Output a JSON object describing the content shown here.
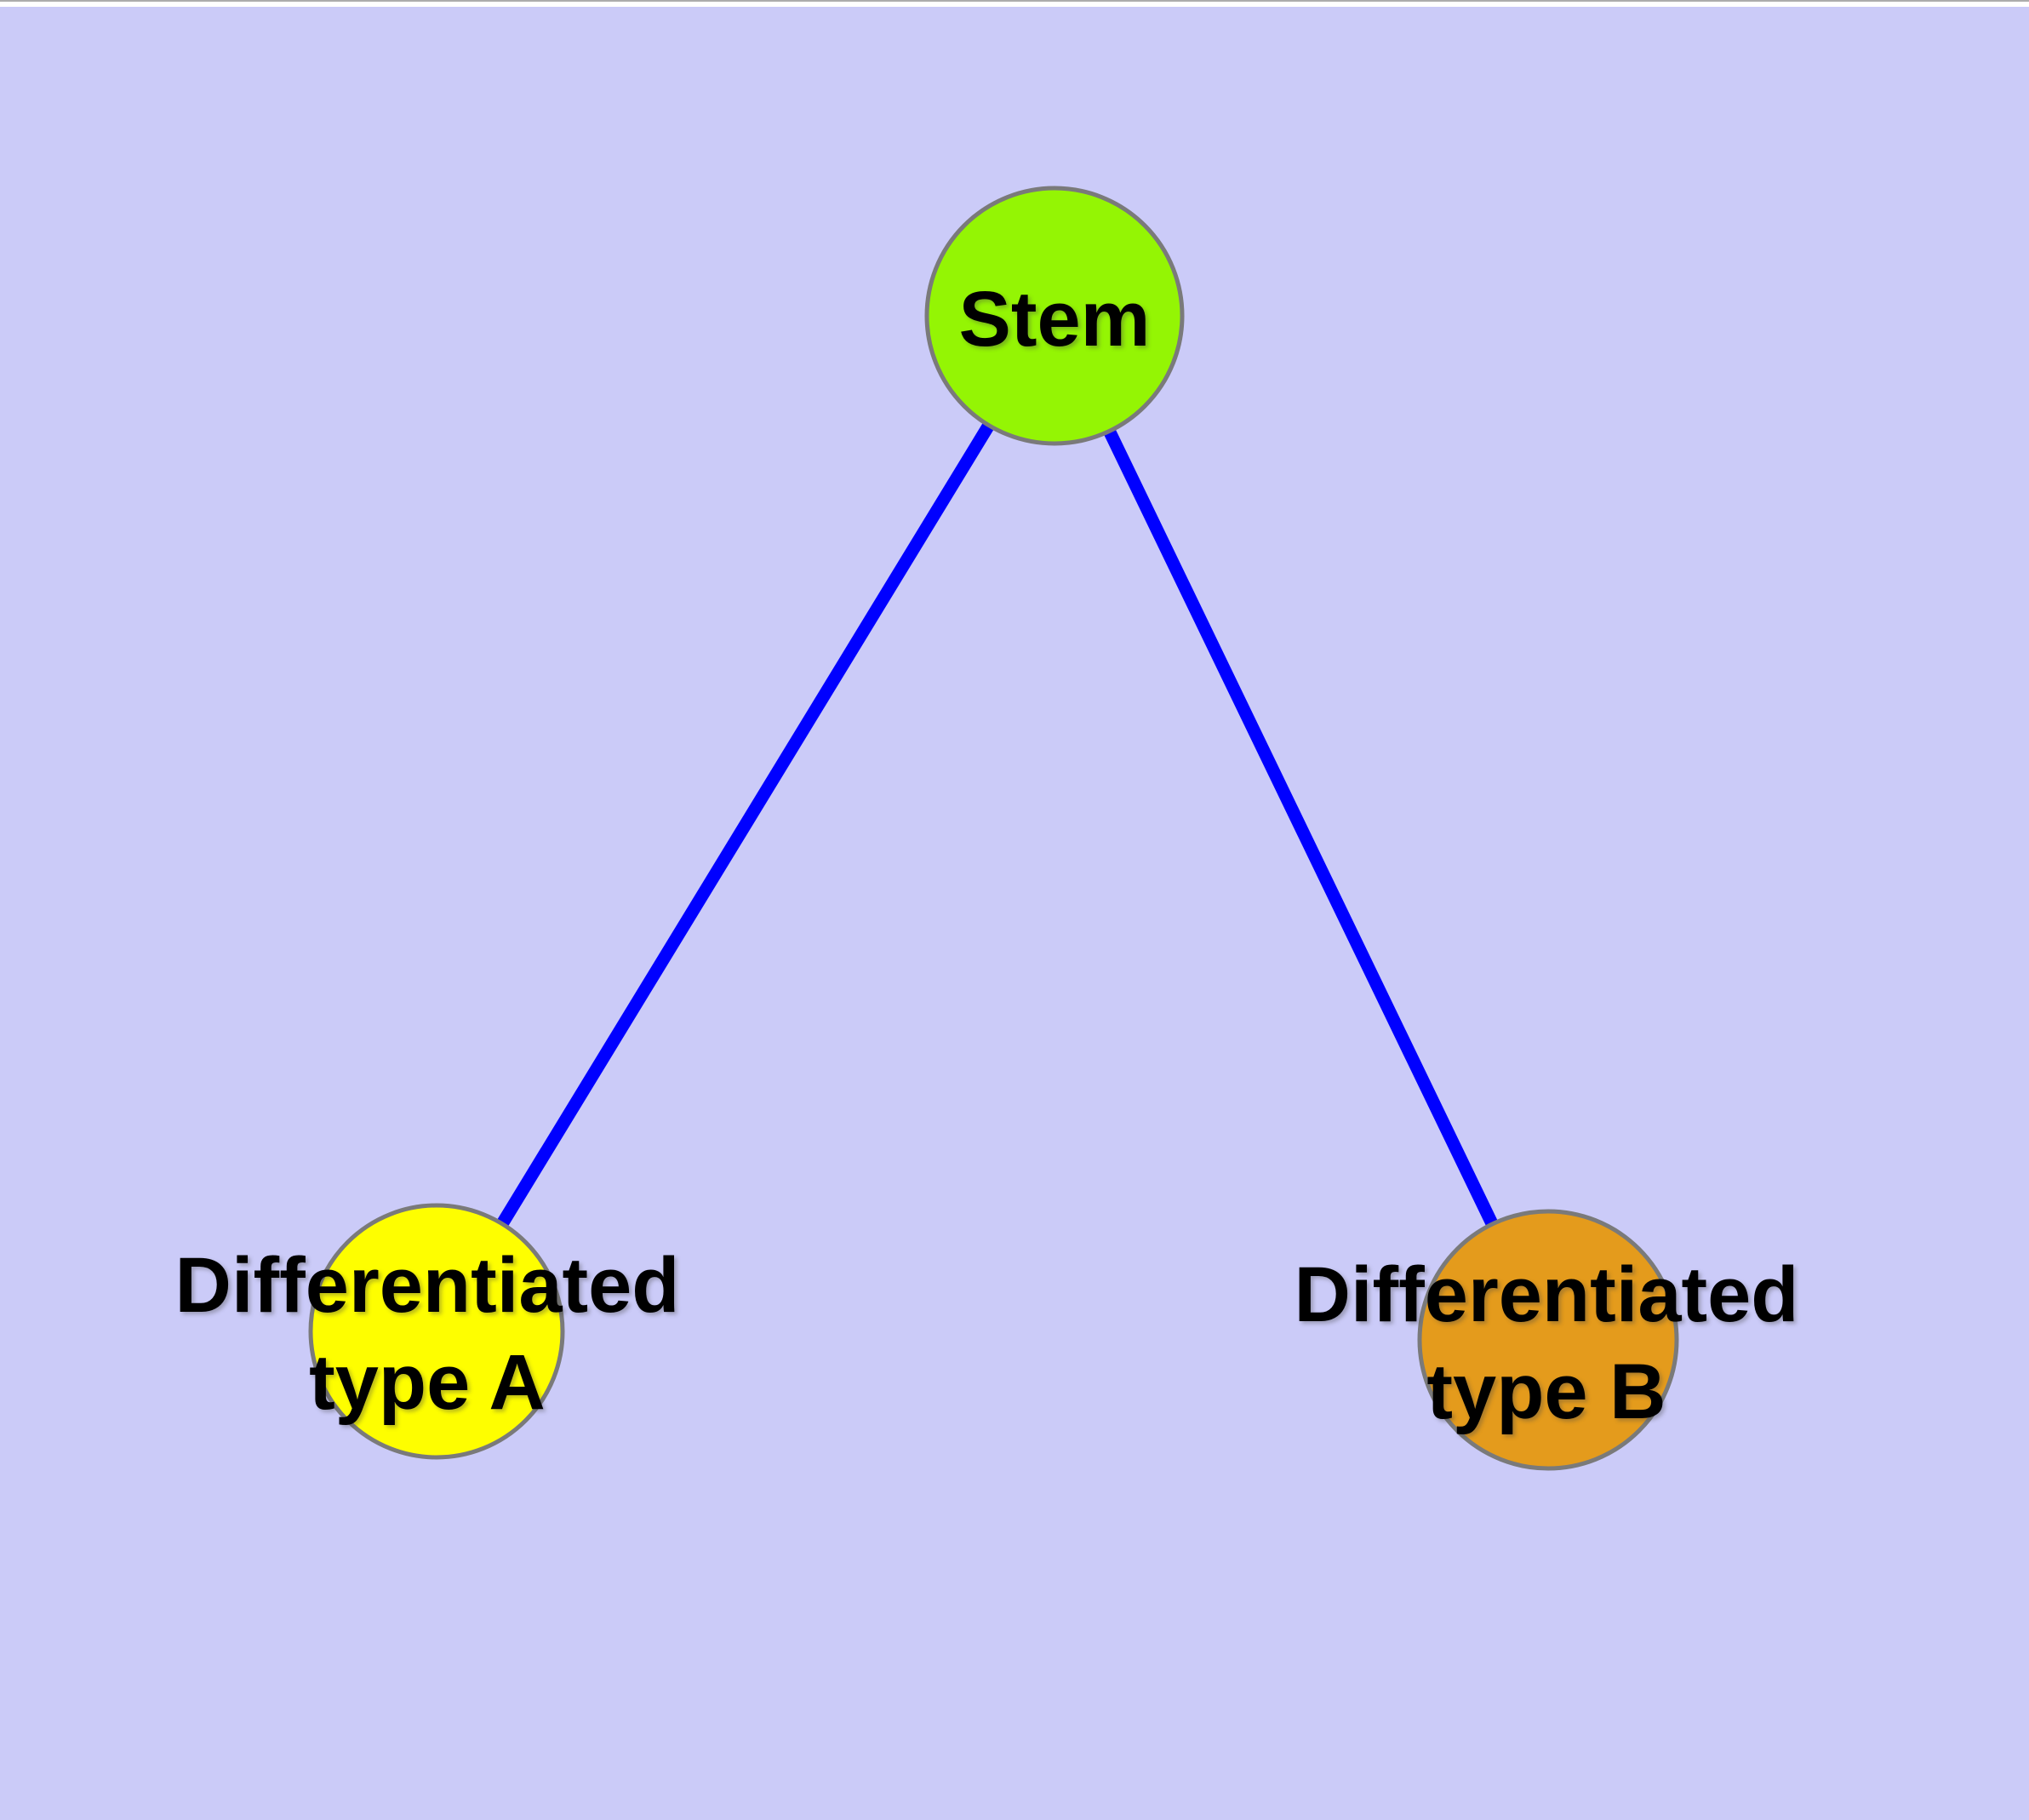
{
  "canvas": {
    "background_color": "#CBCBF8",
    "top_strip_color": "#FFFFFF"
  },
  "nodes": {
    "stem": {
      "label": "Stem",
      "fill_color": "#94F504",
      "border_color": "#7A7A7A"
    },
    "type_a": {
      "label": "Differentiated\ntype A",
      "fill_color": "#FEFE00",
      "border_color": "#7A7A7A"
    },
    "type_b": {
      "label": "Differentiated\ntype B",
      "fill_color": "#E49B1C",
      "border_color": "#7A7A7A"
    }
  },
  "edges": {
    "color": "#0000FF",
    "items": [
      {
        "from": "Stem",
        "to": "Differentiated type A"
      },
      {
        "from": "Stem",
        "to": "Differentiated type B"
      }
    ]
  }
}
